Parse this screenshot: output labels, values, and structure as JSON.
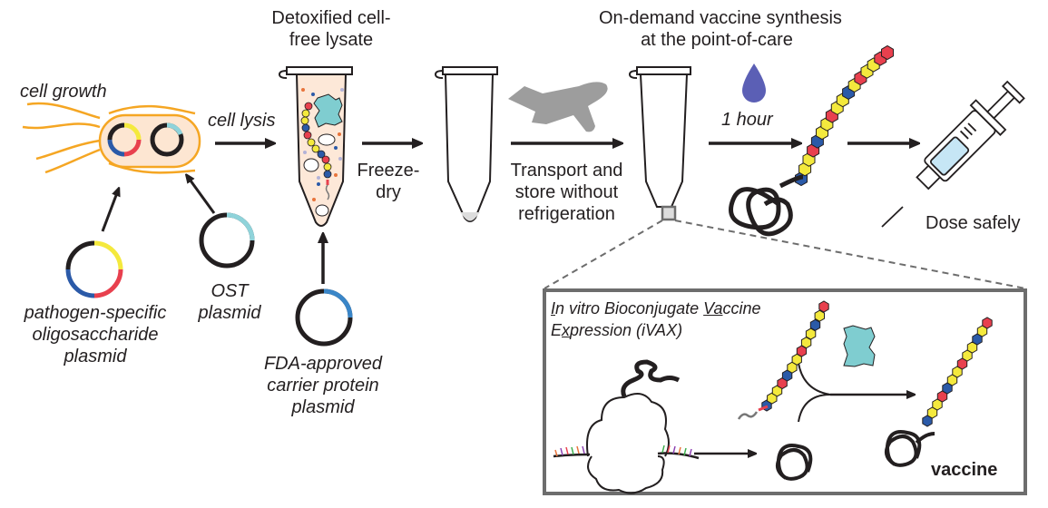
{
  "colors": {
    "cell_outline": "#f5a623",
    "cell_fill": "#fde6d2",
    "lysate_fill": "#fde8d8",
    "protein": "#7fcdd0",
    "red": "#e8404e",
    "yellow": "#f4e93d",
    "blue": "#2b5aa8",
    "cyan_segment": "#8fd3da",
    "fda_blue": "#3a86c8",
    "plane": "#9d9d9d",
    "droplet": "#5b5fb5",
    "syringe_liquid": "#c6e6f5",
    "inset_border": "#6d6d6d"
  },
  "labels": {
    "cell_growth": "cell growth",
    "cell_lysis": "cell lysis",
    "lysate_title_1": "Detoxified cell-",
    "lysate_title_2": "free lysate",
    "freeze_1": "Freeze-",
    "freeze_2": "dry",
    "transport_1": "Transport and",
    "transport_2": "store without",
    "transport_3": "refrigeration",
    "ondemand_1": "On-demand vaccine synthesis",
    "ondemand_2": "at the point-of-care",
    "one_hour": "1 hour",
    "dose": "Dose safely",
    "pathogen_1": "pathogen-specific",
    "pathogen_2": "oligosaccharide",
    "pathogen_3": "plasmid",
    "ost_1": "OST",
    "ost_2": "plasmid",
    "fda_1": "FDA-approved",
    "fda_2": "carrier protein",
    "fda_3": "plasmid",
    "ivax_1": "In vitro Bioconjugate Vaccine",
    "ivax_2": "Expression (iVAX)",
    "vaccine": "vaccine"
  },
  "icons": [
    "bacterium-icon",
    "plasmid-icon",
    "microtube-icon",
    "airplane-icon",
    "droplet-icon",
    "glycan-chain-icon",
    "protein-coil-icon",
    "syringe-icon",
    "ribosome-icon",
    "carrier-protein-icon"
  ]
}
